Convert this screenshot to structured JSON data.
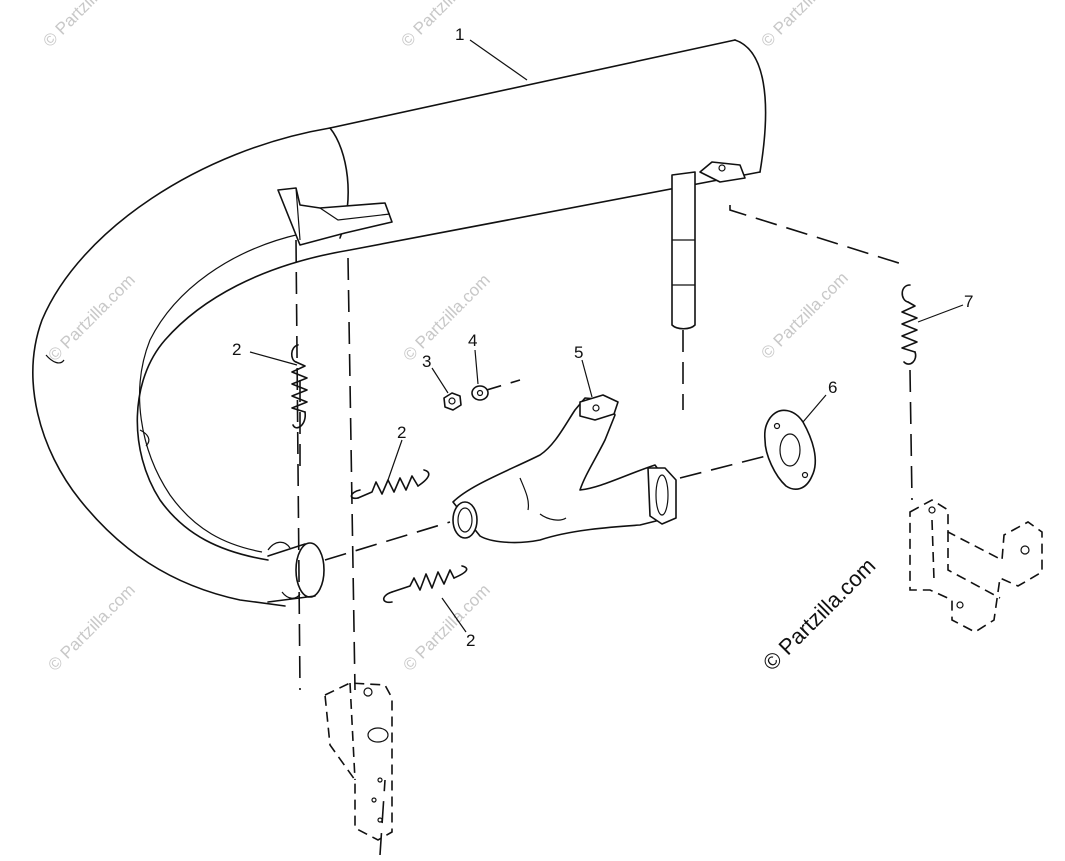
{
  "callouts": [
    "1",
    "2",
    "2",
    "2",
    "3",
    "4",
    "5",
    "6",
    "7"
  ],
  "watermark": {
    "faint_text": "© Partzilla.com",
    "main_text": "© Partzilla.com"
  },
  "colors": {
    "line": "#111111",
    "background": "#ffffff",
    "watermark_faint": "#c8c8c8"
  }
}
